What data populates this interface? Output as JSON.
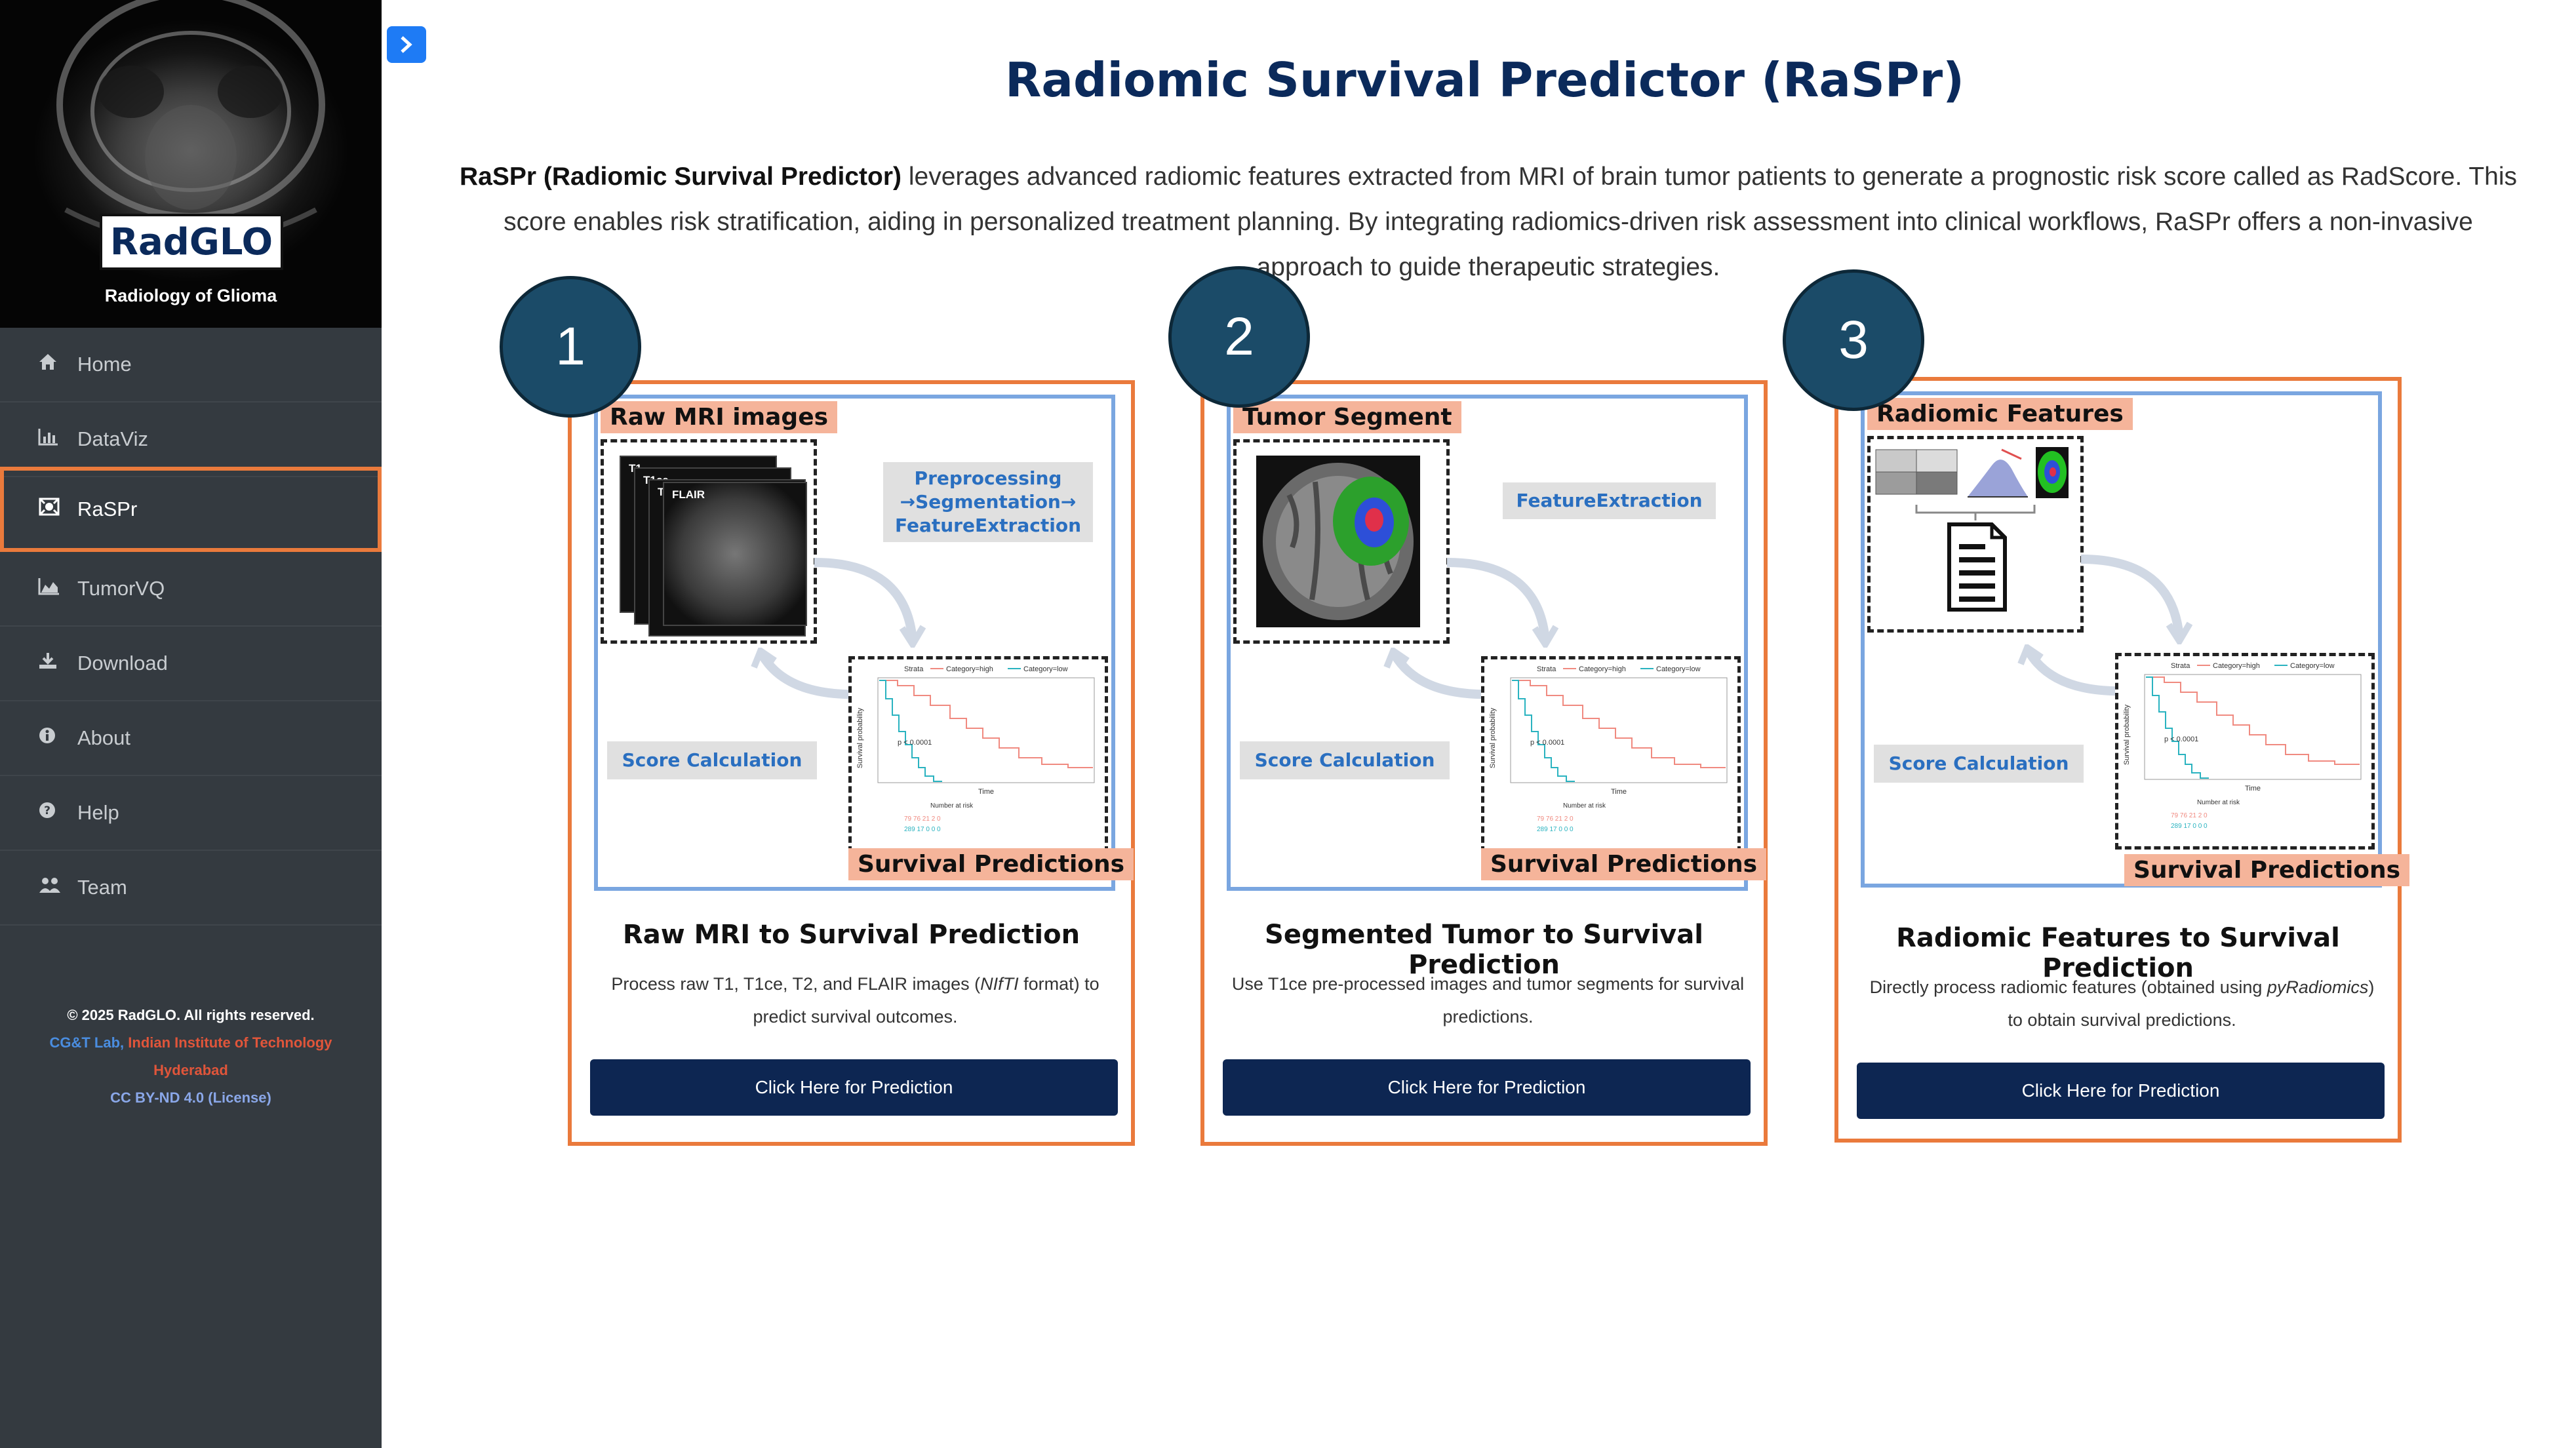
{
  "sidebar": {
    "logo_text": "RadGLO",
    "logo_subtitle": "Radiology of Glioma",
    "items": [
      {
        "label": "Home",
        "icon": "home-icon"
      },
      {
        "label": "DataViz",
        "icon": "bar-chart-icon"
      },
      {
        "label": "RaSPr",
        "icon": "raspr-icon",
        "active": true
      },
      {
        "label": "TumorVQ",
        "icon": "area-chart-icon"
      },
      {
        "label": "Download",
        "icon": "download-icon"
      },
      {
        "label": "About",
        "icon": "info-icon"
      },
      {
        "label": "Help",
        "icon": "question-icon"
      },
      {
        "label": "Team",
        "icon": "users-icon"
      }
    ],
    "footer": {
      "copyright": "© 2025 RadGLO. All rights reserved.",
      "lab": "CG&T Lab,",
      "institute": "Indian Institute of Technology",
      "institute_city": "Hyderabad",
      "license": "CC BY-ND 4.0 (License)"
    }
  },
  "toggle": {
    "icon": "chevron-right-icon"
  },
  "page": {
    "title": "Radiomic Survival Predictor (RaSPr)",
    "intro_bold": "RaSPr (Radiomic Survival Predictor)",
    "intro_rest": " leverages advanced radiomic features extracted from MRI of brain tumor patients to generate a prognostic risk score called as RadScore. This score enables risk stratification, aiding in personalized treatment planning. By integrating radiomics-driven risk assessment into clinical workflows, RaSPr offers a non-invasive approach to guide therapeutic strategies."
  },
  "cards": [
    {
      "number": "1",
      "input_tag": "Raw MRI images",
      "process_label": "Preprocessing →Segmentation→ FeatureExtraction",
      "score_label": "Score Calculation",
      "output_tag": "Survival Predictions",
      "mri_labels": [
        "T1",
        "T1ce",
        "T2",
        "FLAIR"
      ],
      "title": "Raw MRI to Survival Prediction",
      "desc_a": "Process raw T1, T1ce, T2, and FLAIR images (",
      "desc_em": "NIfTI",
      "desc_b": " format) to predict survival outcomes.",
      "button": "Click Here for Prediction"
    },
    {
      "number": "2",
      "input_tag": "Tumor Segment",
      "process_label": "FeatureExtraction",
      "score_label": "Score Calculation",
      "output_tag": "Survival Predictions",
      "title": "Segmented Tumor to Survival Prediction",
      "desc_a": "Use T1ce pre-processed images and tumor segments for survival predictions.",
      "button": "Click Here for Prediction"
    },
    {
      "number": "3",
      "input_tag": "Radiomic Features",
      "score_label": "Score Calculation",
      "output_tag": "Survival Predictions",
      "title": "Radiomic Features to Survival Prediction",
      "desc_a": "Directly process radiomic features (obtained using ",
      "desc_em": "pyRadiomics",
      "desc_b": ") to obtain survival predictions.",
      "button": "Click Here for Prediction"
    }
  ],
  "km_plot": {
    "legend_strata": "Strata",
    "legend_high": "Category=high",
    "legend_low": "Category=low",
    "ylabel": "Survival probability",
    "xlabel": "Time",
    "pvalue": "p < 0.0001",
    "risk_title": "Number at risk",
    "risk_row1": "79 76 21 2 0",
    "risk_row2": "289 17 0 0 0",
    "color_high": "#f08a80",
    "color_low": "#2ab3c0"
  }
}
